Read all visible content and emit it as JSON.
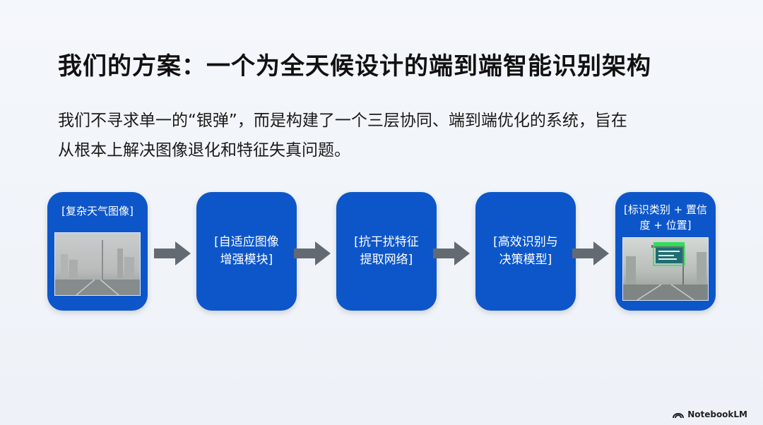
{
  "title": "我们的方案：一个为全天候设计的端到端智能识别架构",
  "description": {
    "line1": "我们不寻求单一的“银弹”，而是构建了一个三层协同、端到端优化的系统，旨在",
    "line2": "从根本上解决图像退化和特征失真问题。"
  },
  "flow": {
    "steps": [
      {
        "label": "[复杂天气图像]"
      },
      {
        "line1": "[自适应图像",
        "line2": "增强模块]"
      },
      {
        "line1": "[抗干扰特征",
        "line2": "提取网络]"
      },
      {
        "line1": "[高效识别与",
        "line2": "决策模型]"
      },
      {
        "line1": "[标识类别 + 置信",
        "line2": "度 + 位置]"
      }
    ]
  },
  "branding": {
    "icon": "notebooklm-logo",
    "name": "NotebookLM"
  },
  "colors": {
    "step_fill": "#0d56c9",
    "arrow": "#646a72",
    "detection_box": "#2fe05a"
  }
}
